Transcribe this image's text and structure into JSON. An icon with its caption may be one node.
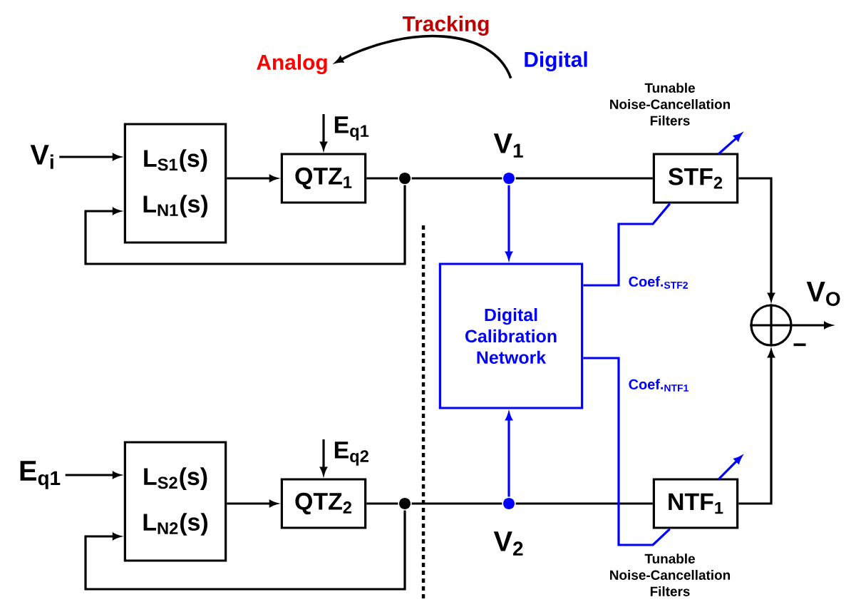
{
  "diagram": {
    "nodes": [
      {
        "text": [
          "V$_{i}$"
        ]
      },
      {
        "text": [
          "L$_{S1}$(s)",
          "L$_{N1}$(s)"
        ]
      },
      {
        "text": [
          "QTZ$_{1}$"
        ]
      },
      {
        "text": [],
        "shape": "circle"
      },
      {
        "text": [],
        "shape": "circle",
        "beside": [
          "V$_{1}$"
        ]
      },
      {
        "text": [
          "STF$_{2}$"
        ]
      },
      {
        "text": [
          "Digital Calibration Network"
        ]
      },
      {
        "text": [],
        "shape": "circle"
      },
      {
        "text": [
          "E$_{q1}$"
        ]
      },
      {
        "text": [
          "L$_{S2}$(s)",
          "L$_{N2}$(s)"
        ]
      },
      {
        "text": [
          "QTZ$_{2}$"
        ]
      },
      {
        "text": [],
        "shape": "circle"
      },
      {
        "text": [],
        "shape": "circle",
        "beside": [
          "V$_{2}$"
        ]
      },
      {
        "text": [
          "NTF$_{1}$"
        ]
      },
      {
        "text": [
          "Analog"
        ]
      },
      {
        "text": [
          "Digital"
        ]
      },
      {
        "text": [
          "V$_{O}$"
        ]
      }
    ],
    "edges": [
      {
        "from": 0,
        "to": 1,
        "arrow": "to"
      },
      {
        "from": 3,
        "to": 1,
        "arrow": "to"
      },
      {
        "from": 1,
        "to": 2,
        "arrow": "to"
      },
      {
        "from": 2,
        "to": 3,
        "arrow": "none"
      },
      {
        "from": 3,
        "to": 4,
        "arrow": "none"
      },
      {
        "from": 4,
        "to": 5,
        "arrow": "none"
      },
      {
        "from": 4,
        "to": 6,
        "arrow": "to",
        "color": "#0000ff"
      },
      {
        "from": 5,
        "to": 7,
        "arrow": "to"
      },
      {
        "from": null,
        "to": 2,
        "arrow": "to",
        "label": "E$_{q1}$"
      },
      {
        "from": 8,
        "to": 9,
        "arrow": "to"
      },
      {
        "from": 11,
        "to": 9,
        "arrow": "to"
      },
      {
        "from": 9,
        "to": 10,
        "arrow": "to"
      },
      {
        "from": 10,
        "to": 11,
        "arrow": "none"
      },
      {
        "from": 11,
        "to": 12,
        "arrow": "none"
      },
      {
        "from": 12,
        "to": 13,
        "arrow": "none"
      },
      {
        "from": 12,
        "to": 6,
        "arrow": "to",
        "color": "#0000ff"
      },
      {
        "from": 13,
        "to": 7,
        "arrow": "to"
      },
      {
        "from": null,
        "to": 10,
        "arrow": "to",
        "label": "E$_{q2}$"
      },
      {
        "from": 6,
        "to": 5,
        "arrow": "none",
        "color": "#0000ff",
        "label": "Coef.$_{STF2}$"
      },
      {
        "from": 6,
        "to": 13,
        "arrow": "none",
        "color": "#0000ff",
        "label": "Coef.$_{NTF1}$"
      },
      {
        "from": 7,
        "to": 16,
        "arrow": "to"
      },
      {
        "from": 15,
        "to": 14,
        "arrow": "to",
        "label": "Tracking"
      }
    ],
    "labels": [
      "−",
      "Tunable Noise-Cancellation Filters",
      "Tunable Noise-Cancellation Filters"
    ]
  }
}
